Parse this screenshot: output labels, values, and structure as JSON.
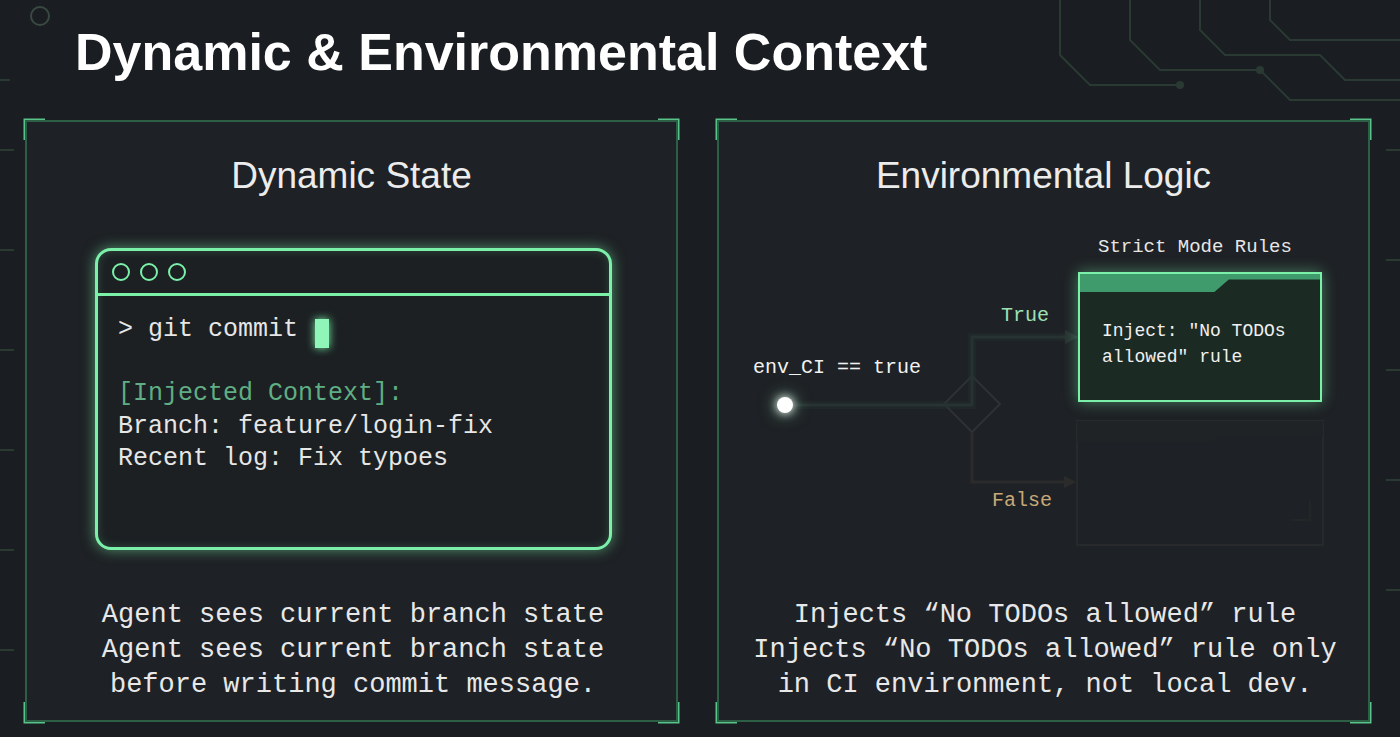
{
  "diagram": {
    "title": "Dynamic & Environmental Context",
    "nodes": [
      {
        "text": [
          "Dynamic State",
          "Agent sees current branch state",
          "Agent sees current branch state before writing commit message."
        ]
      },
      {
        "text": [
          "> git commit",
          "[Injected Context]:",
          "Branch: feature/login-fix",
          "Recent log: Fix typoes"
        ],
        "in": 0
      },
      {
        "text": [
          "Environmental Logic",
          "Injects “No TODOs allowed” rule",
          "Injects “No TODOs allowed” rule only in CI environment, not local dev."
        ]
      },
      {
        "text": [
          "env_CI == true"
        ],
        "in": 2
      },
      {
        "text": [
          "Strict Mode Rules",
          "Inject: \"No TODOs allowed\" rule"
        ],
        "in": 2
      }
    ],
    "edges": [
      {
        "from": 3,
        "to": 4,
        "label": "True",
        "arrow": "to"
      }
    ],
    "labels": [
      "False"
    ]
  }
}
